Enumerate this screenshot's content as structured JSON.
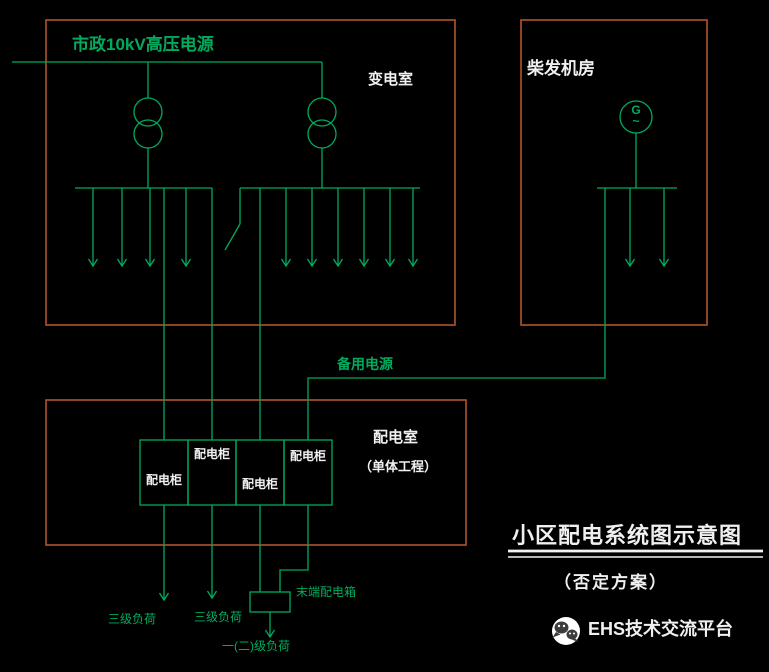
{
  "colors": {
    "background": "#000000",
    "line_green": "#00ab5e",
    "box_orange": "#b5522e",
    "text_white": "#f0f0f0"
  },
  "source_label": "市政10kV高压电源",
  "substation": {
    "name": "变电室"
  },
  "generator_room": {
    "name": "柴发机房",
    "symbol_letter": "G",
    "symbol_wave": "~"
  },
  "backup_label": "备用电源",
  "distribution_room": {
    "name": "配电室",
    "subtitle": "（单体工程）",
    "cabinets": [
      {
        "label": "配电柜"
      },
      {
        "label": "配电柜"
      },
      {
        "label": "配电柜"
      },
      {
        "label": "配电柜"
      }
    ]
  },
  "terminal_box_label": "末端配电箱",
  "loads": {
    "load1": "三级负荷",
    "load2": "三级负荷",
    "load3": "一(二)级负荷"
  },
  "title_block": {
    "title": "小区配电系统图示意图",
    "subtitle": "（否定方案）"
  },
  "brand": {
    "name": "EHS技术交流平台"
  }
}
